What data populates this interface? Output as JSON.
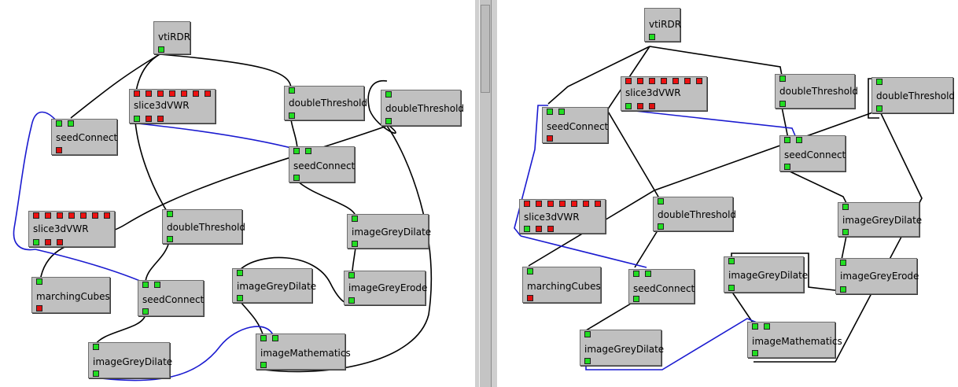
{
  "colors": {
    "node_bg": "#c0c0c0",
    "port_green": "#22dd22",
    "port_red": "#ee1111",
    "wire_black": "#000000",
    "wire_blue": "#1a1ad0"
  },
  "left_pane": {
    "nodes": {
      "vtirdr": "vtiRDR",
      "slice3dvwr_top": "slice3dVWR",
      "doublethreshold_a": "doubleThreshold",
      "doublethreshold_b": "doubleThreshold",
      "seedconnect_a": "seedConnect",
      "seedconnect_b": "seedConnect",
      "slice3dvwr_bottom": "slice3dVWR",
      "doublethreshold_c": "doubleThreshold",
      "imagegreydilate_a": "imageGreyDilate",
      "marchingcubes": "marchingCubes",
      "seedconnect_c": "seedConnect",
      "imagegreydilate_b": "imageGreyDilate",
      "imagegreyerode": "imageGreyErode",
      "imagegreydilate_c": "imageGreyDilate",
      "imagemathematics": "imageMathematics"
    }
  },
  "right_pane": {
    "nodes": {
      "vtirdr": "vtiRDR",
      "slice3dvwr_top": "slice3dVWR",
      "doublethreshold_a": "doubleThreshold",
      "doublethreshold_b": "doubleThreshold",
      "seedconnect_a": "seedConnect",
      "seedconnect_b": "seedConnect",
      "slice3dvwr_bottom": "slice3dVWR",
      "doublethreshold_c": "doubleThreshold",
      "imagegreydilate_a": "imageGreyDilate",
      "marchingcubes": "marchingCubes",
      "seedconnect_c": "seedConnect",
      "imagegreydilate_b": "imageGreyDilate",
      "imagegreyerode": "imageGreyErode",
      "imagemathematics": "imageMathematics",
      "imagegreydilate_c": "imageGreyDilate"
    }
  }
}
